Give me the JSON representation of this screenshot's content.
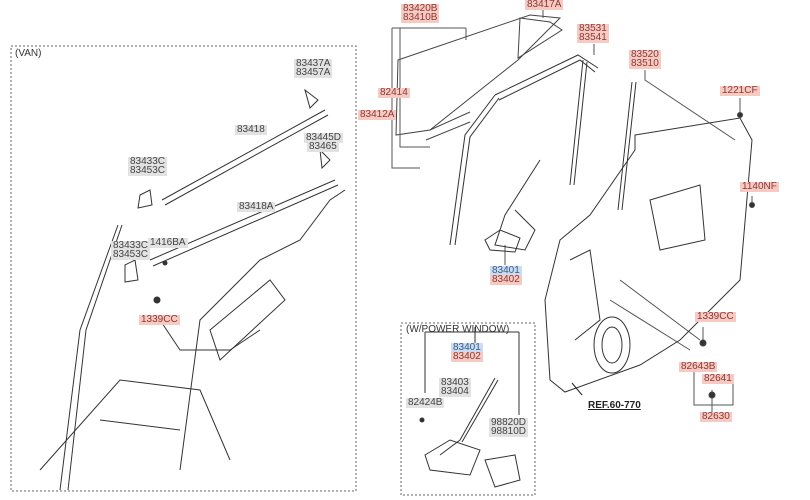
{
  "boxes": {
    "van": "(VAN)",
    "power_window": "(W/POWER WINDOW)"
  },
  "labels": {
    "p83420B": "83420B",
    "p83410B": "83410B",
    "p83417A": "83417A",
    "p83531": "83531",
    "p83541": "83541",
    "p83520": "83520",
    "p83510": "83510",
    "p1221CF": "1221CF",
    "p82414": "82414",
    "p83412A": "83412A",
    "p1140NF": "1140NF",
    "p83401": "83401",
    "p83402": "83402",
    "p1339CC": "1339CC",
    "p82643B": "82643B",
    "p82641": "82641",
    "p82630": "82630",
    "ref": "REF.60-770",
    "van_83437A": "83437A",
    "van_83457A": "83457A",
    "van_83418": "83418",
    "van_83445D": "83445D",
    "van_83465": "83465",
    "van_83433C_a": "83433C",
    "van_83453C_a": "83453C",
    "van_83418A": "83418A",
    "van_83433C_b": "83433C",
    "van_83453C_b": "83453C",
    "van_1416BA": "1416BA",
    "van_1339CC": "1339CC",
    "pw_83401": "83401",
    "pw_83402": "83402",
    "pw_83403": "83403",
    "pw_83404": "83404",
    "pw_82424B": "82424B",
    "pw_98820D": "98820D",
    "pw_98810D": "98810D"
  }
}
